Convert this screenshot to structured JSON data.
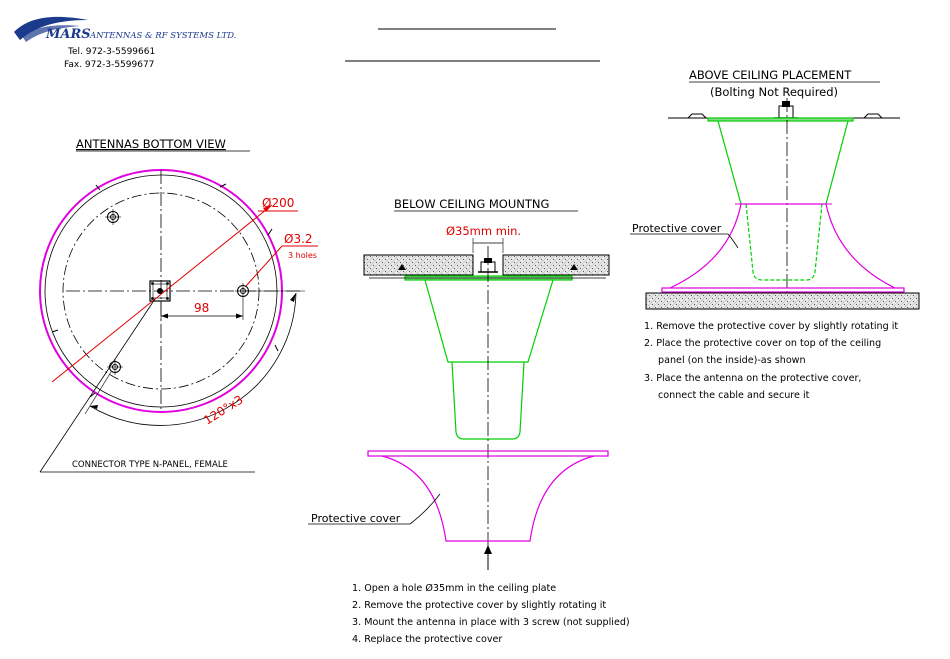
{
  "header": {
    "company_name": "MARS",
    "company_tagline": "ANTENNAS & RF SYSTEMS LTD.",
    "tel": "Tel.  972-3-5599661",
    "fax": "Fax.  972-3-5599677"
  },
  "bottom_view": {
    "title": "ANTENNAS BOTTOM VIEW",
    "dia_label": "Ø200",
    "hole_label": "Ø3.2",
    "hole_note": "3 holes",
    "offset_label": "98",
    "angle_label": "120°x3",
    "connector_label": "CONNECTOR TYPE N-PANEL, FEMALE"
  },
  "below_mount": {
    "title": "BELOW CEILING MOUNTNG",
    "hole_dim": "Ø35mm min.",
    "cover_label": "Protective cover",
    "steps": [
      "1. Open a hole Ø35mm in the ceiling plate",
      "2. Remove the protective cover by slightly rotating it",
      "3. Mount the antenna in place with 3 screw (not supplied)",
      "4. Replace the protective cover"
    ]
  },
  "above_mount": {
    "title": "ABOVE CEILING PLACEMENT",
    "subtitle": "(Bolting Not Required)",
    "cover_label": "Protective cover",
    "steps": [
      "1. Remove the protective cover by slightly rotating it",
      "2. Place the protective cover on top of the ceiling",
      "panel (on the inside)-as shown",
      "3. Place the antenna on the protective cover,",
      "connect the cable and secure it"
    ]
  },
  "colors": {
    "magenta": "#e000e0",
    "green": "#00d000",
    "red": "#e00000"
  }
}
